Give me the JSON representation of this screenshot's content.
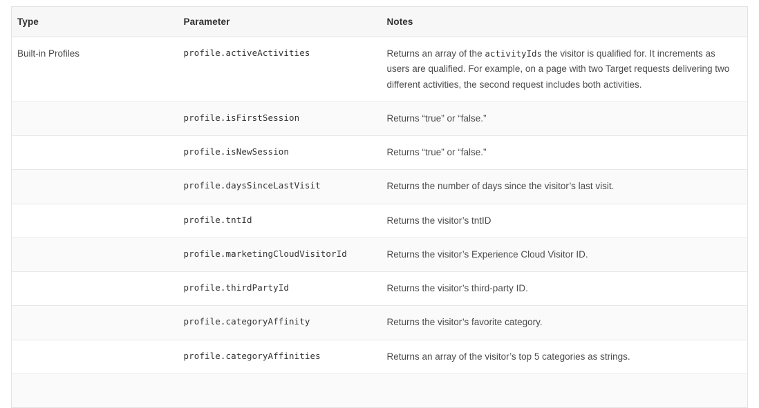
{
  "table": {
    "columns": [
      "Type",
      "Parameter",
      "Notes"
    ],
    "rows": [
      {
        "type": "Built-in Profiles",
        "parameter": "profile.activeActivities",
        "notes_before": "Returns an array of the ",
        "notes_code": "activityIds",
        "notes_after": " the visitor is qualified for. It increments as users are qualified. For example, on a page with two Target requests delivering two different activities, the second request includes both activities."
      },
      {
        "type": "",
        "parameter": "profile.isFirstSession",
        "notes": "Returns “true” or “false.”"
      },
      {
        "type": "",
        "parameter": "profile.isNewSession",
        "notes": "Returns “true” or “false.”"
      },
      {
        "type": "",
        "parameter": "profile.daysSinceLastVisit",
        "notes": "Returns the number of days since the visitor’s last visit."
      },
      {
        "type": "",
        "parameter": "profile.tntId",
        "notes": "Returns the visitor’s tntID"
      },
      {
        "type": "",
        "parameter": "profile.marketingCloudVisitorId",
        "notes": "Returns the visitor’s Experience Cloud Visitor ID."
      },
      {
        "type": "",
        "parameter": "profile.thirdPartyId",
        "notes": "Returns the visitor’s third-party ID."
      },
      {
        "type": "",
        "parameter": "profile.categoryAffinity",
        "notes": "Returns the visitor’s favorite category."
      },
      {
        "type": "",
        "parameter": "profile.categoryAffinities",
        "notes": "Returns an array of the visitor’s top 5 categories as strings."
      }
    ]
  }
}
